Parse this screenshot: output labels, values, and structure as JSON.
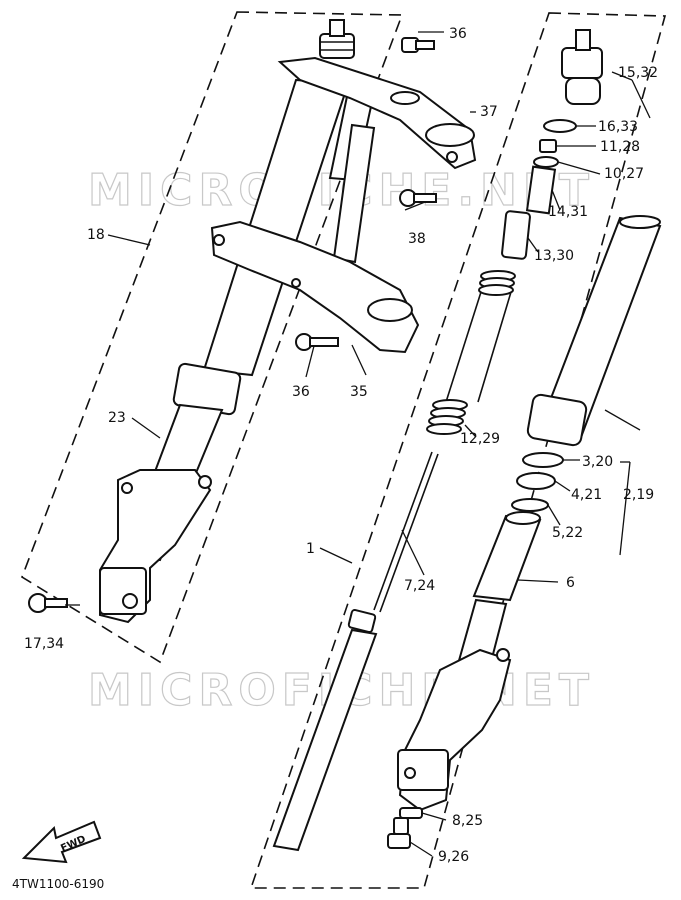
{
  "watermark": "MICROFICHE.NET",
  "drawing_code": "4TW1100-6190",
  "fwd_label": "FWD",
  "callouts": {
    "c1": "1",
    "c2_19": "2,19",
    "c3_20": "3,20",
    "c4_21": "4,21",
    "c5_22": "5,22",
    "c6": "6",
    "c7_24": "7,24",
    "c8_25": "8,25",
    "c9_26": "9,26",
    "c10_27": "10,27",
    "c11_28": "11,28",
    "c12_29": "12,29",
    "c13_30": "13,30",
    "c14_31": "14,31",
    "c15_32": "15,32",
    "c16_33": "16,33",
    "c17_34": "17,34",
    "c18": "18",
    "c23": "23",
    "c35": "35",
    "c36a": "36",
    "c36b": "36",
    "c37": "37",
    "c38": "38"
  },
  "colors": {
    "ink": "#111111",
    "paper": "#ffffff",
    "watermark": "#c8c8c8"
  }
}
